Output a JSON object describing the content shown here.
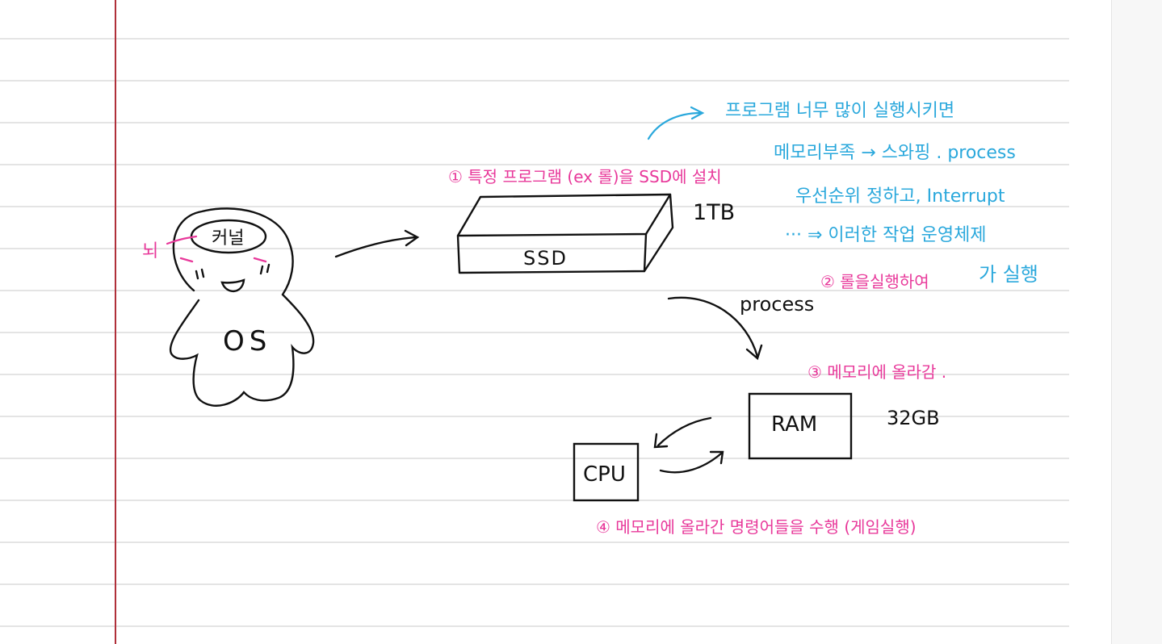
{
  "colors": {
    "ink": "#111111",
    "pink": "#e8389a",
    "blue": "#2aa8dc",
    "rule": "#dcdcdc",
    "margin": "#b0303a"
  },
  "mascot": {
    "kernel_label": "커널",
    "brain_label": "뇌",
    "os_label": "OS"
  },
  "ssd": {
    "step_note": "① 특정 프로그램 (ex 롤)을 SSD에 설치",
    "label": "SSD",
    "capacity": "1TB"
  },
  "process_label": "process",
  "ram": {
    "step_note": "③ 메모리에 올라감 .",
    "label": "RAM",
    "capacity": "32GB"
  },
  "cpu": {
    "label": "CPU",
    "step_note": "④ 메모리에 올라간 명령어들을 수행 (게임실행)"
  },
  "run_note": "② 롤을실행하여",
  "os_notes": {
    "line1": "프로그램 너무 많이 실행시키면",
    "line2": "메모리부족 → 스와핑 . process",
    "line3": "우선순위 정하고, Interrupt",
    "line4": "··· ⇒ 이러한 작업 운영체제",
    "line5": "가 실행"
  }
}
